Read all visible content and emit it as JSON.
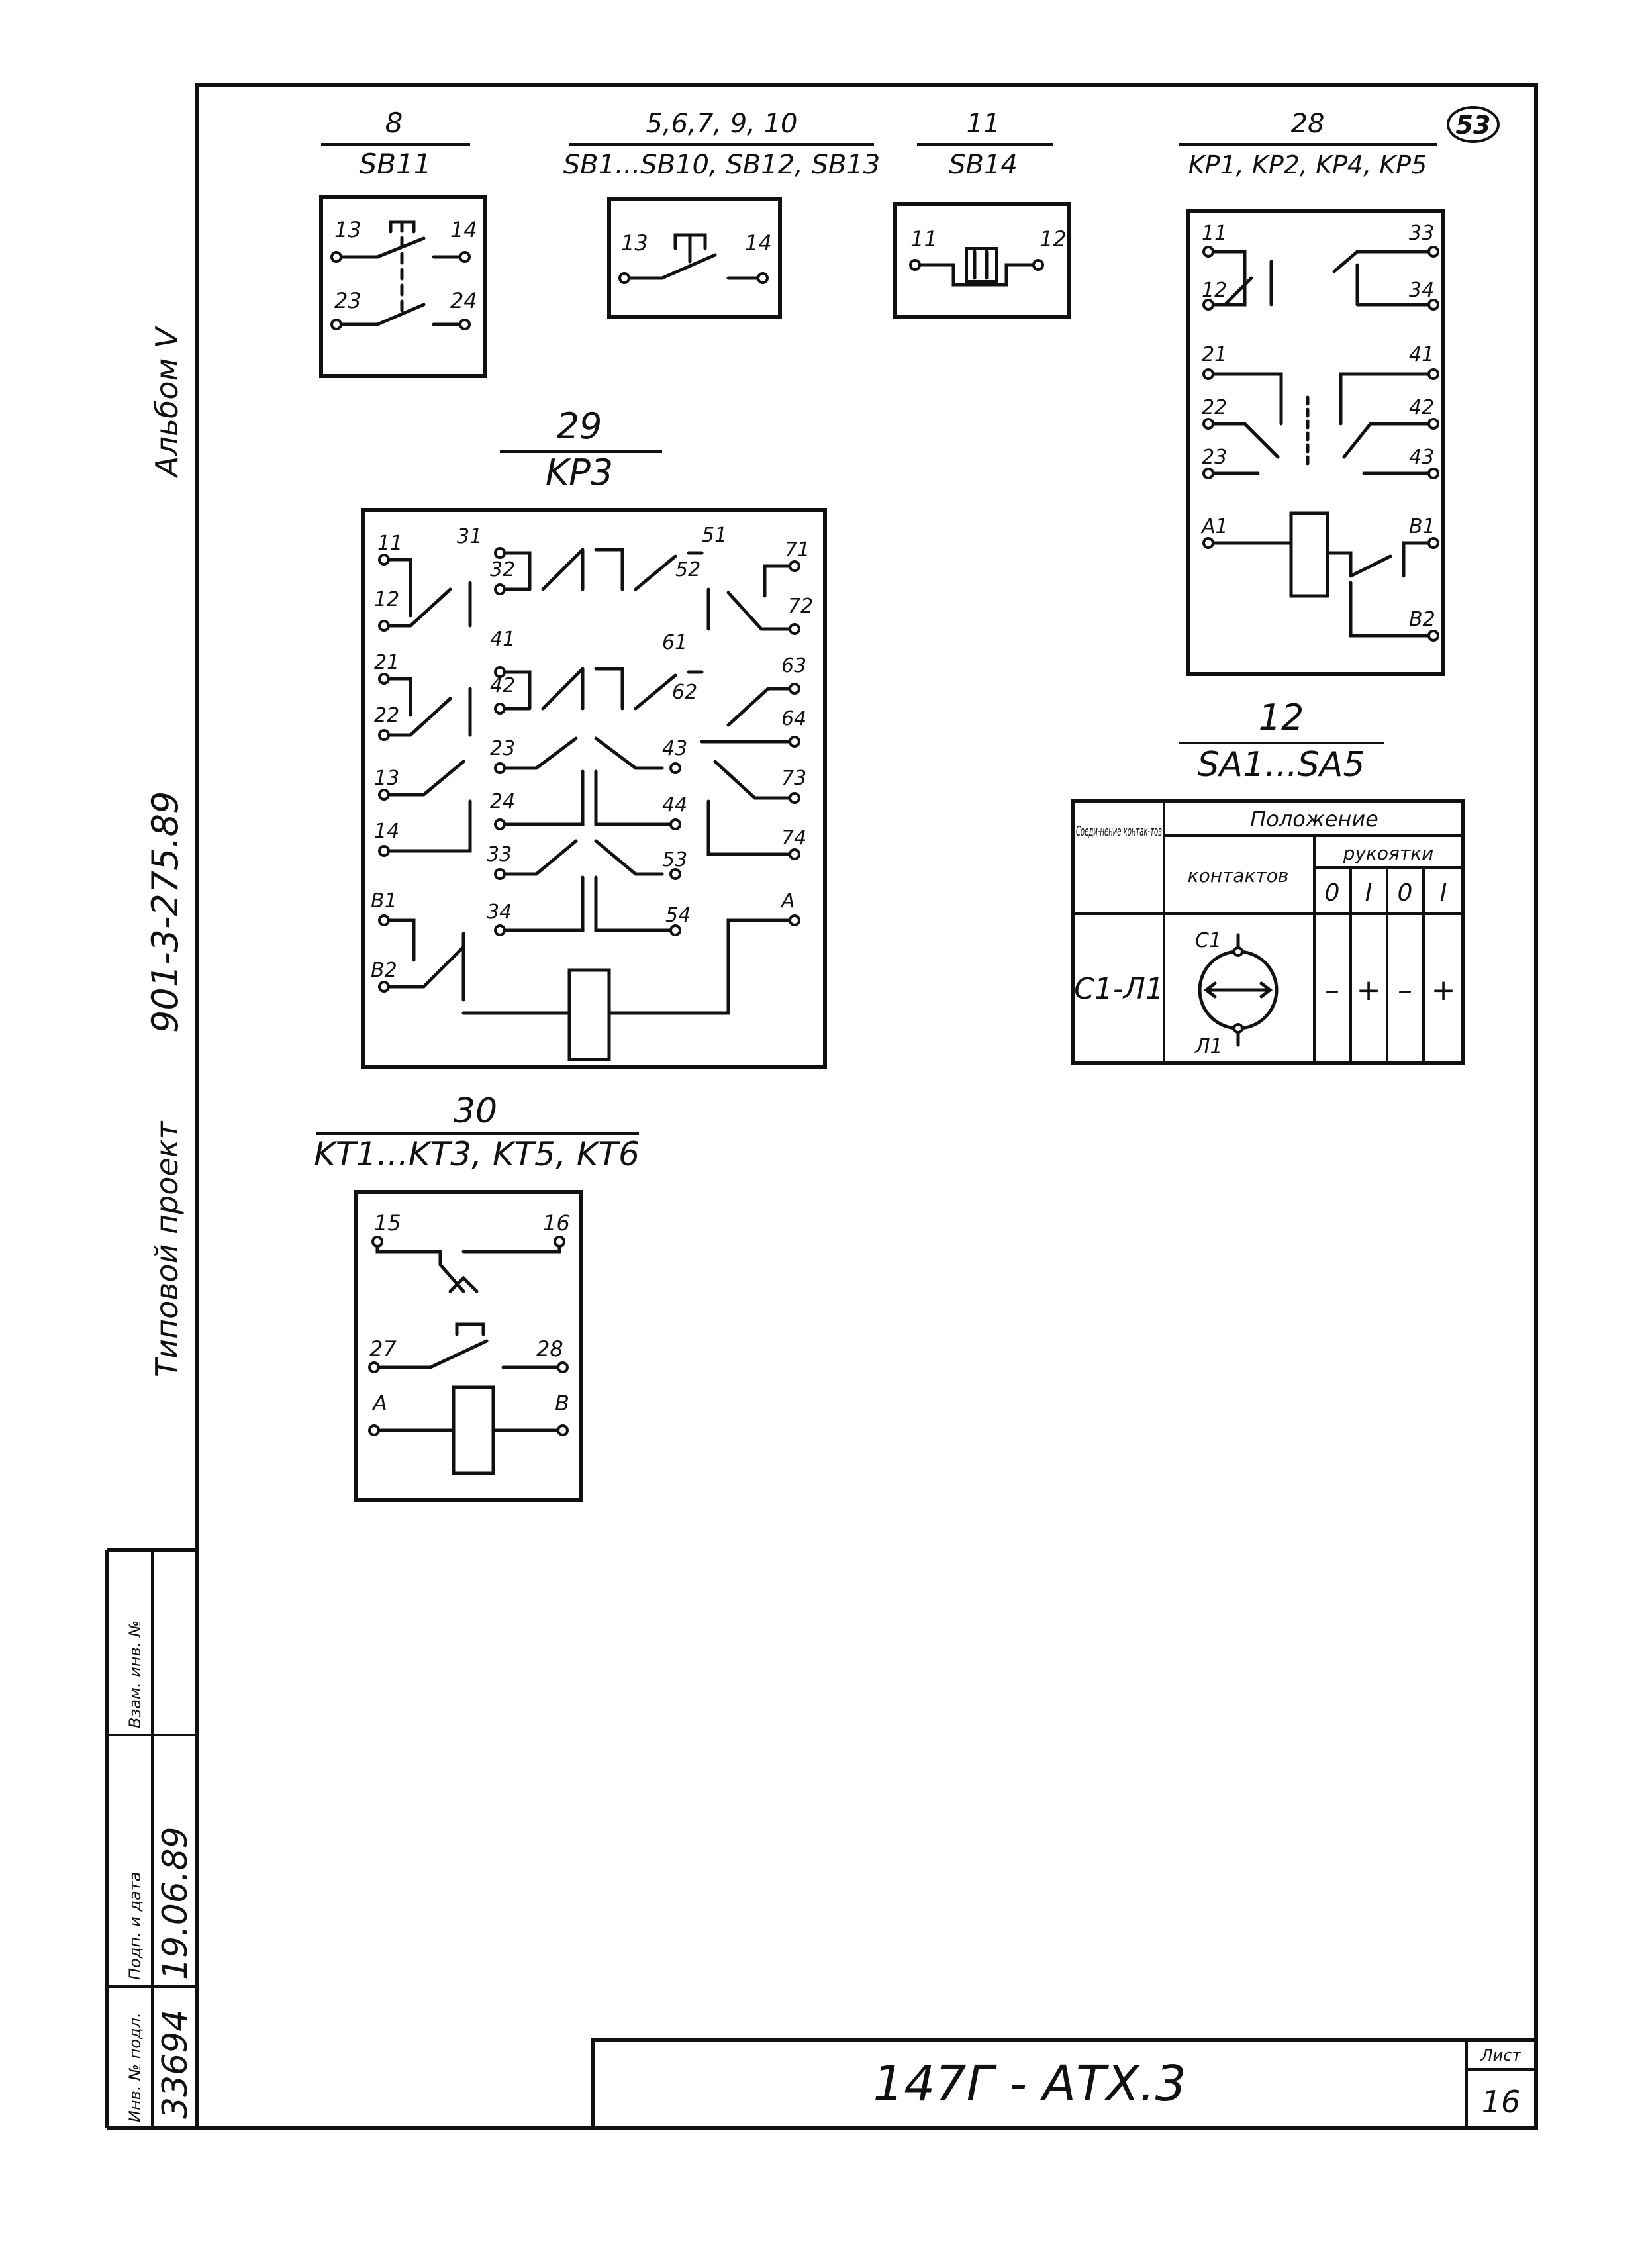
{
  "sheet": {
    "mark_number": "53",
    "album": "Альбом V",
    "project_label": "Типовой проект",
    "project_code": "901-3-275.89",
    "doc_code": "147Г - АТХ.3",
    "sheet_label": "Лист",
    "sheet_number": "16"
  },
  "stamp": {
    "inv_label": "Инв. № подл.",
    "inv_value": "33694",
    "sign_label": "Подп. и дата",
    "sign_value": "19.06.89",
    "replace_label": "Взам. инв. №"
  },
  "blocks": [
    {
      "num": "8",
      "name": "SB11"
    },
    {
      "num": "5,6,7, 9, 10",
      "name": "SB1...SB10, SB12, SB13"
    },
    {
      "num": "11",
      "name": "SB14"
    },
    {
      "num": "28",
      "name": "KP1, KP2, KP4, KP5"
    },
    {
      "num": "29",
      "name": "KP3"
    },
    {
      "num": "12",
      "name": "SA1...SA5"
    },
    {
      "num": "30",
      "name": "KT1...KT3, KT5, KT6"
    }
  ],
  "terminals": {
    "sb11": [
      "13",
      "14",
      "23",
      "24"
    ],
    "sb1": [
      "13",
      "14"
    ],
    "sb14": [
      "11",
      "12"
    ],
    "kp1": [
      "11",
      "33",
      "12",
      "34",
      "21",
      "41",
      "22",
      "42",
      "23",
      "43",
      "A1",
      "B1",
      "B2"
    ],
    "kp3": [
      "11",
      "31",
      "51",
      "71",
      "32",
      "52",
      "12",
      "72",
      "41",
      "61",
      "21",
      "63",
      "42",
      "62",
      "22",
      "64",
      "23",
      "43",
      "13",
      "73",
      "24",
      "44",
      "14",
      "74",
      "33",
      "53",
      "B1",
      "34",
      "54",
      "A",
      "B2"
    ],
    "kt": [
      "15",
      "16",
      "27",
      "28",
      "A",
      "B"
    ]
  },
  "switch_table": {
    "h_connection": "Соеди-нение контак-тов",
    "h_position": "Положение",
    "h_contacts": "контактов",
    "h_handle": "рукоятки",
    "positions": [
      "0",
      "I",
      "0",
      "I"
    ],
    "row_name": "C1-Л1",
    "c1": "C1",
    "l1": "Л1",
    "values": [
      "–",
      "+",
      "–",
      "+"
    ]
  }
}
